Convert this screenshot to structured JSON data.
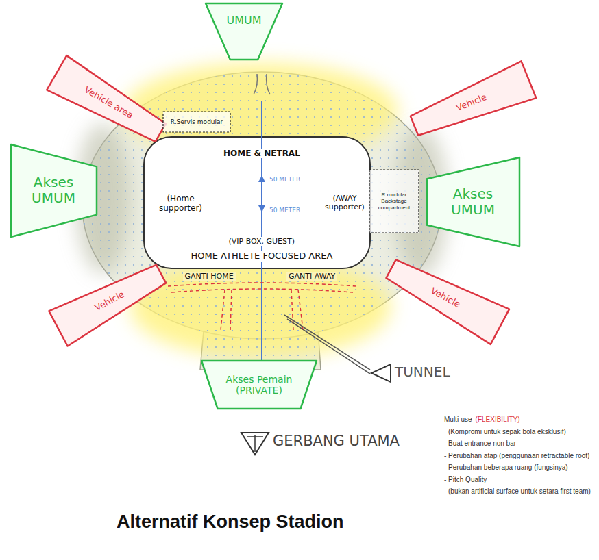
{
  "diagram": {
    "caption": "Alternatif Konsep Stadion",
    "nodes": [
      {
        "text": [
          "UMUM"
        ]
      },
      {
        "text": [
          "Vehicle area"
        ]
      },
      {
        "text": [
          "Vehicle"
        ]
      },
      {
        "text": [
          "R.Servis modular"
        ]
      },
      {
        "text": [
          "Akses UMUM"
        ]
      },
      {
        "text": [
          "R modular Backstage compartment"
        ]
      },
      {
        "text": [
          "Akses UMUM"
        ]
      },
      {
        "text": [
          "Vehicle"
        ]
      },
      {
        "text": [
          "Vehicle"
        ]
      },
      {
        "text": [
          "Akses Pemain (PRIVATE)"
        ]
      }
    ],
    "labels": [
      "HOME & NETRAL",
      "50 METER",
      "50 METER",
      "(Home supporter)",
      "(AWAY supporter)",
      "(VIP BOX, GUEST)",
      "HOME ATHLETE FOCUSED AREA",
      "GANTI HOME",
      "GANTI AWAY",
      "TUNNEL",
      "GERBANG UTAMA",
      "Multi-use",
      "(FLEXIBILITY)",
      "(Kompromi untuk sepak bola eksklusif)",
      "- Buat entrance non bar",
      "- Perubahan atap (penggunaan retractable roof)",
      "- Perubahan beberapa ruang (fungsinya)",
      "- Pitch Quality",
      "(bukan artificial surface untuk setara first team)"
    ]
  }
}
